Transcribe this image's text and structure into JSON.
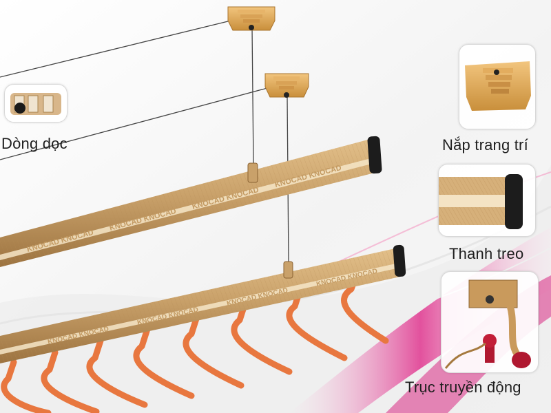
{
  "labels": {
    "dong_doc": "Dòng dọc",
    "nap_trang_tri": "Nắp trang trí",
    "thanh_treo": "Thanh treo",
    "truc_truyen_dong": "Trục truyền động"
  },
  "bar_brand": "KNOCAD",
  "colors": {
    "bar": "#c9a16a",
    "bar_dark": "#a87d45",
    "hanger": "#e8773f",
    "accent_pink": "#e0368f",
    "end_cap": "#1c1c1c"
  }
}
